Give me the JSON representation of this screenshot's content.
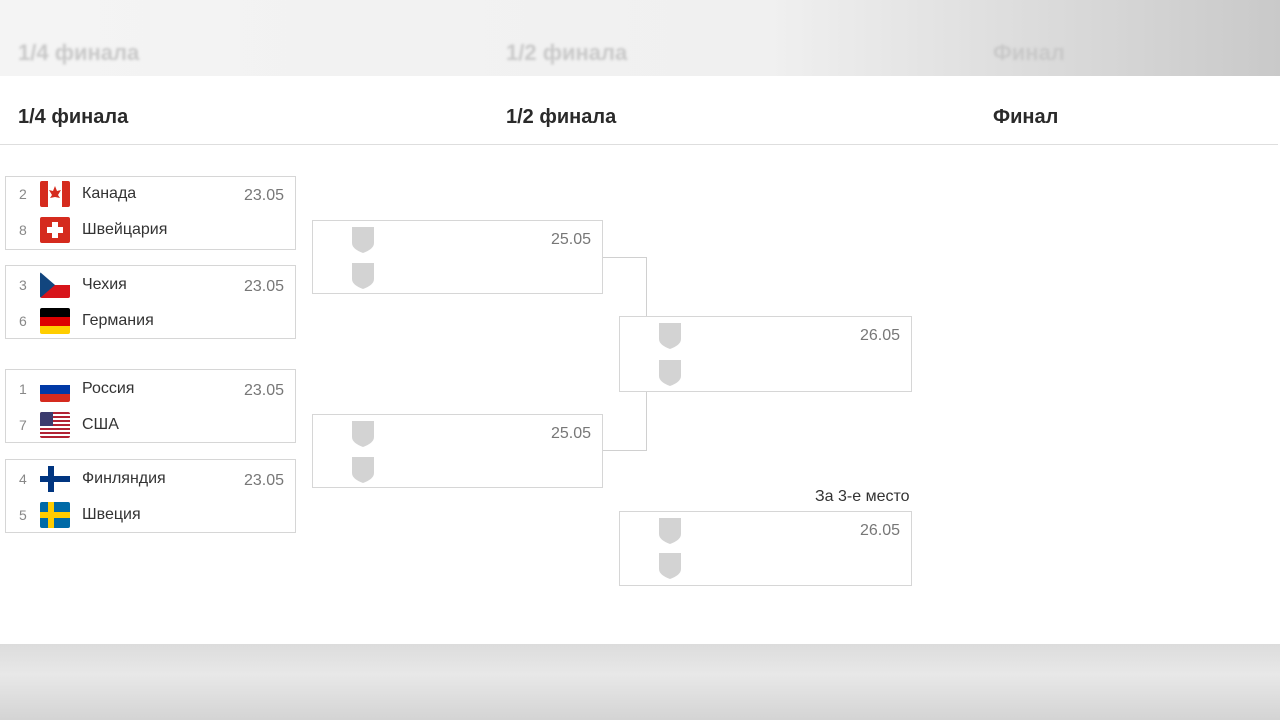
{
  "rounds": {
    "quarter": "1/4 финала",
    "semi": "1/2 финала",
    "final": "Финал"
  },
  "quarterfinals": [
    {
      "date": "23.05",
      "teams": [
        {
          "seed": "2",
          "name": "Канада",
          "flag": "canada-flag-icon"
        },
        {
          "seed": "8",
          "name": "Швейцария",
          "flag": "switzerland-flag-icon"
        }
      ]
    },
    {
      "date": "23.05",
      "teams": [
        {
          "seed": "3",
          "name": "Чехия",
          "flag": "czechia-flag-icon"
        },
        {
          "seed": "6",
          "name": "Германия",
          "flag": "germany-flag-icon"
        }
      ]
    },
    {
      "date": "23.05",
      "teams": [
        {
          "seed": "1",
          "name": "Россия",
          "flag": "russia-flag-icon"
        },
        {
          "seed": "7",
          "name": "США",
          "flag": "usa-flag-icon"
        }
      ]
    },
    {
      "date": "23.05",
      "teams": [
        {
          "seed": "4",
          "name": "Финляндия",
          "flag": "finland-flag-icon"
        },
        {
          "seed": "5",
          "name": "Швеция",
          "flag": "sweden-flag-icon"
        }
      ]
    }
  ],
  "semifinals": [
    {
      "date": "25.05"
    },
    {
      "date": "25.05"
    }
  ],
  "final": {
    "date": "26.05"
  },
  "third_place": {
    "label": "За 3-е место",
    "date": "26.05"
  },
  "colors": {
    "placeholder_shield": "#d3d3d3",
    "border": "#d6d6d6"
  }
}
